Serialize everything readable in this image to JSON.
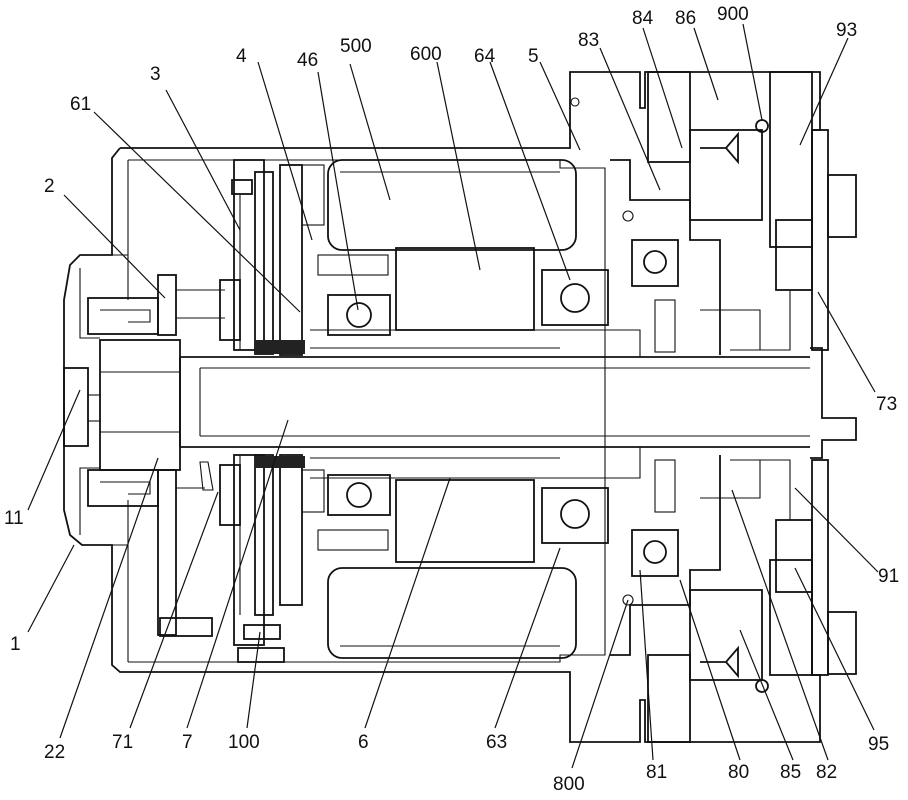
{
  "figure": {
    "title": "",
    "labels": [
      {
        "id": "l1",
        "text": "1"
      },
      {
        "id": "l2",
        "text": "2"
      },
      {
        "id": "l3",
        "text": "3"
      },
      {
        "id": "l4",
        "text": "4"
      },
      {
        "id": "l46",
        "text": "46"
      },
      {
        "id": "l500",
        "text": "500"
      },
      {
        "id": "l600",
        "text": "600"
      },
      {
        "id": "l64",
        "text": "64"
      },
      {
        "id": "l5",
        "text": "5"
      },
      {
        "id": "l83",
        "text": "83"
      },
      {
        "id": "l84",
        "text": "84"
      },
      {
        "id": "l86",
        "text": "86"
      },
      {
        "id": "l900",
        "text": "900"
      },
      {
        "id": "l93",
        "text": "93"
      },
      {
        "id": "l61",
        "text": "61"
      },
      {
        "id": "l11",
        "text": "11"
      },
      {
        "id": "l73",
        "text": "73"
      },
      {
        "id": "l91",
        "text": "91"
      },
      {
        "id": "l95",
        "text": "95"
      },
      {
        "id": "l22",
        "text": "22"
      },
      {
        "id": "l71",
        "text": "71"
      },
      {
        "id": "l7",
        "text": "7"
      },
      {
        "id": "l100",
        "text": "100"
      },
      {
        "id": "l6",
        "text": "6"
      },
      {
        "id": "l63",
        "text": "63"
      },
      {
        "id": "l800",
        "text": "800"
      },
      {
        "id": "l81",
        "text": "81"
      },
      {
        "id": "l80",
        "text": "80"
      },
      {
        "id": "l85",
        "text": "85"
      },
      {
        "id": "l82",
        "text": "82"
      }
    ]
  }
}
